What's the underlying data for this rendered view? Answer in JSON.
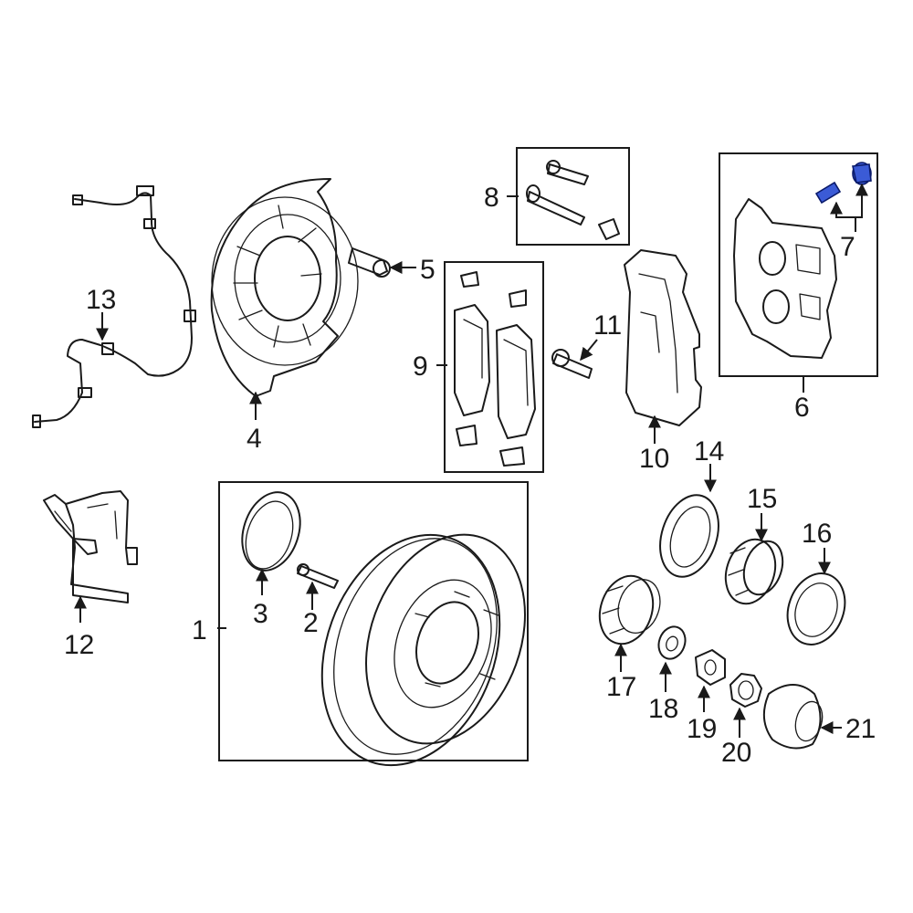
{
  "callouts": [
    {
      "id": "1",
      "label": "1"
    },
    {
      "id": "2",
      "label": "2"
    },
    {
      "id": "3",
      "label": "3"
    },
    {
      "id": "4",
      "label": "4"
    },
    {
      "id": "5",
      "label": "5"
    },
    {
      "id": "6",
      "label": "6"
    },
    {
      "id": "7",
      "label": "7"
    },
    {
      "id": "8",
      "label": "8"
    },
    {
      "id": "9",
      "label": "9"
    },
    {
      "id": "10",
      "label": "10"
    },
    {
      "id": "11",
      "label": "11"
    },
    {
      "id": "12",
      "label": "12"
    },
    {
      "id": "13",
      "label": "13"
    },
    {
      "id": "14",
      "label": "14"
    },
    {
      "id": "15",
      "label": "15"
    },
    {
      "id": "16",
      "label": "16"
    },
    {
      "id": "17",
      "label": "17"
    },
    {
      "id": "18",
      "label": "18"
    },
    {
      "id": "19",
      "label": "19"
    },
    {
      "id": "20",
      "label": "20"
    },
    {
      "id": "21",
      "label": "21"
    }
  ],
  "colors": {
    "line": "#1a1a1a",
    "highlight": "#3b5bd6",
    "background": "#ffffff"
  }
}
